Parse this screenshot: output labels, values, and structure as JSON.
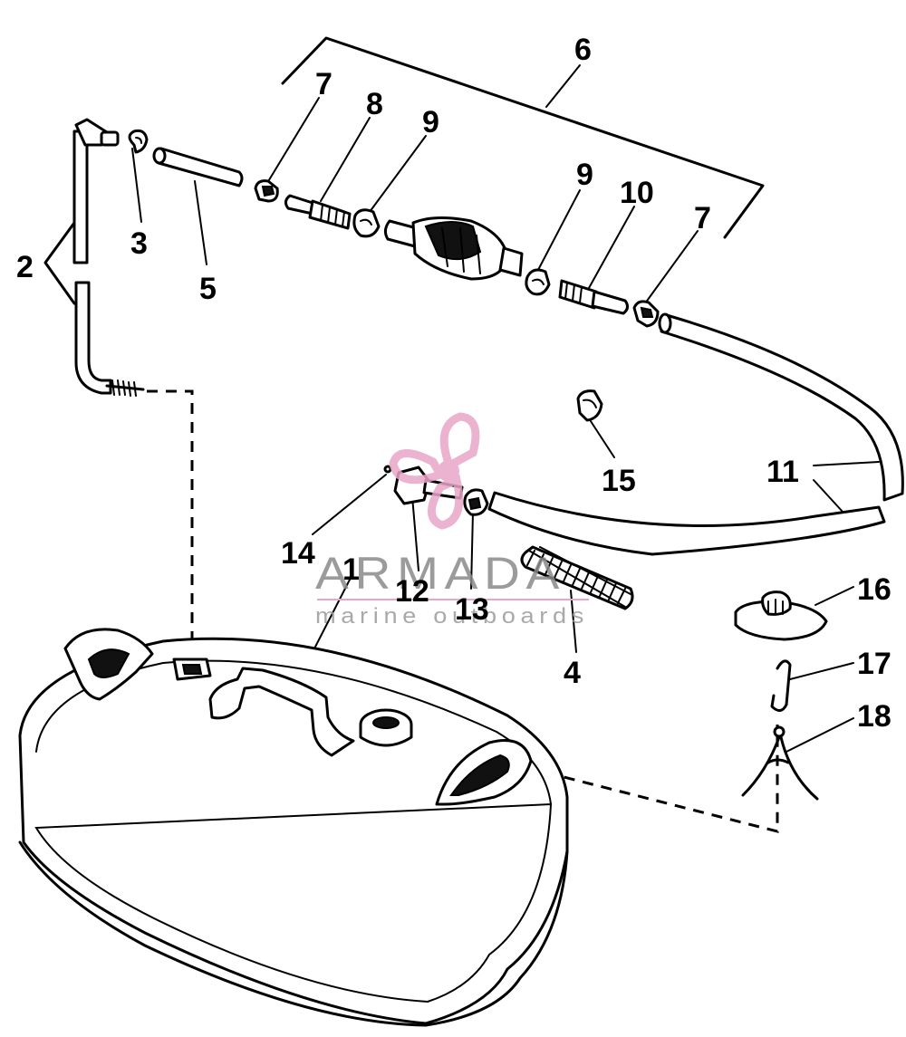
{
  "watermark": {
    "title": "ARMADA",
    "subtitle": "marine outboards",
    "logo_color": "#e8a6c8"
  },
  "callouts": {
    "c1": "1",
    "c2": "2",
    "c3": "3",
    "c4": "4",
    "c5": "5",
    "c6": "6",
    "c7a": "7",
    "c7b": "7",
    "c8": "8",
    "c9a": "9",
    "c9b": "9",
    "c10": "10",
    "c11": "11",
    "c12": "12",
    "c13": "13",
    "c14": "14",
    "c15": "15",
    "c16": "16",
    "c17": "17",
    "c18": "18"
  }
}
